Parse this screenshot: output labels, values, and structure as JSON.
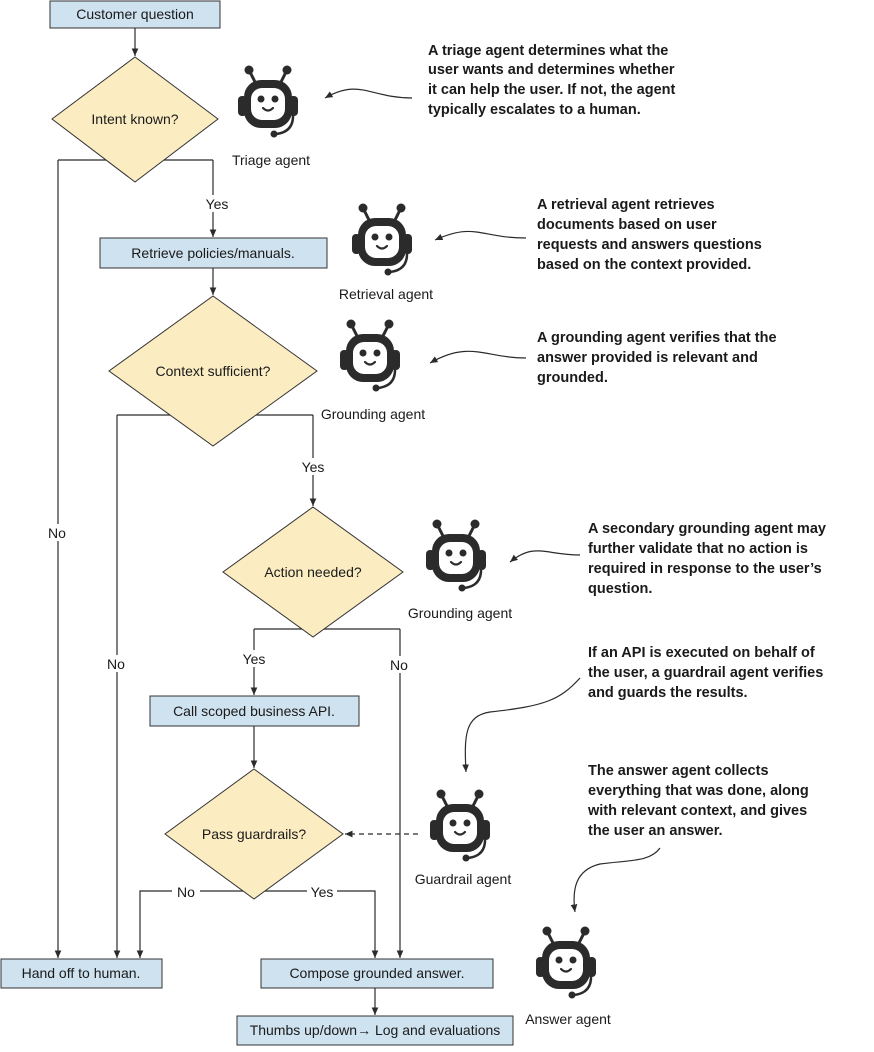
{
  "nodes": {
    "customer_question": "Customer question",
    "intent_known": "Intent known?",
    "retrieve_policies": "Retrieve policies/manuals.",
    "context_sufficient": "Context sufficient?",
    "action_needed": "Action needed?",
    "call_api": "Call scoped business API.",
    "pass_guardrails": "Pass guardrails?",
    "hand_off": "Hand off to human.",
    "compose_answer": "Compose grounded answer.",
    "thumbs": "Thumbs up/down→ Log and evaluations"
  },
  "edge_labels": {
    "intent_yes": "Yes",
    "intent_no": "No",
    "context_yes": "Yes",
    "context_no": "No",
    "action_yes": "Yes",
    "action_no": "No",
    "guard_no": "No",
    "guard_yes": "Yes"
  },
  "agents": {
    "triage": "Triage agent",
    "retrieval": "Retrieval agent",
    "grounding_1": "Grounding agent",
    "grounding_2": "Grounding agent",
    "guardrail": "Guardrail agent",
    "answer": "Answer agent"
  },
  "notes": {
    "triage": [
      "A triage agent determines what the",
      "user wants and determines whether",
      "it can help the user. If not, the agent",
      "typically escalates to a human."
    ],
    "retrieval": [
      "A retrieval agent retrieves",
      "documents based on user",
      "requests and answers questions",
      "based on the context provided."
    ],
    "grounding": [
      "A grounding agent verifies that the",
      "answer provided is relevant and",
      "grounded."
    ],
    "secondary": [
      "A secondary grounding agent may",
      "further validate that no action is",
      "required in response to the user’s",
      "question."
    ],
    "guardrail": [
      "If an API is executed on behalf of",
      "the user, a guardrail agent verifies",
      "and guards the results."
    ],
    "answer": [
      "The answer agent collects",
      "everything that was done, along",
      "with relevant context, and gives",
      "the user an answer."
    ]
  },
  "colors": {
    "box_fill": "#cfe2ef",
    "diamond_fill": "#fbecc2",
    "stroke": "#333333",
    "robot": "#2b2b2b"
  }
}
